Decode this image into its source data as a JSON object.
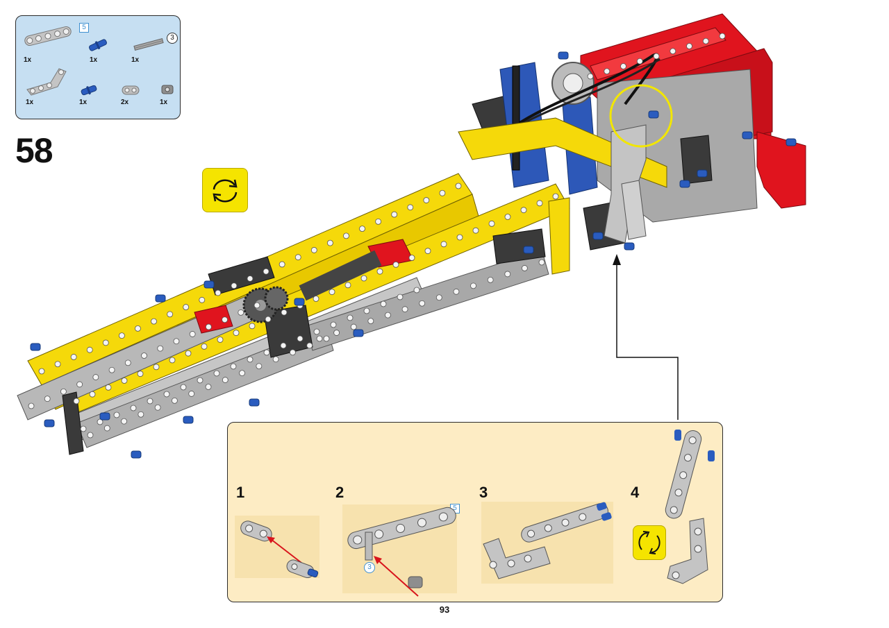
{
  "parts_list": {
    "items": [
      {
        "name": "light-gray-beam-5-icon",
        "qty": "1x",
        "length_badge": "5"
      },
      {
        "name": "blue-pin-long-icon",
        "qty": "1x"
      },
      {
        "name": "gray-axle-3-icon",
        "qty": "1x",
        "length_badge": "3"
      },
      {
        "name": "gray-angled-beam-icon",
        "qty": "1x"
      },
      {
        "name": "blue-pin-icon",
        "qty": "1x"
      },
      {
        "name": "gray-connector-icon",
        "qty": "2x"
      },
      {
        "name": "dark-gray-bush-icon",
        "qty": "1x"
      }
    ]
  },
  "step": {
    "number": "58"
  },
  "rotate_icon": "rotate-model-icon",
  "substeps": [
    {
      "number": "1"
    },
    {
      "number": "2",
      "length_badge": "5",
      "axle_badge": "3"
    },
    {
      "number": "3"
    },
    {
      "number": "4"
    }
  ],
  "page": {
    "number": "93"
  },
  "colors": {
    "parts_bg": "#c6dff2",
    "substep_bg": "#fdecc4",
    "technic_yellow": "#f5d90a",
    "technic_red": "#e0141e",
    "technic_blue": "#1f4fa8",
    "technic_gray": "#b8b8b8",
    "technic_dark": "#3a3a3a",
    "callout_ring": "#f2e600",
    "arrow_red": "#d8141c"
  }
}
